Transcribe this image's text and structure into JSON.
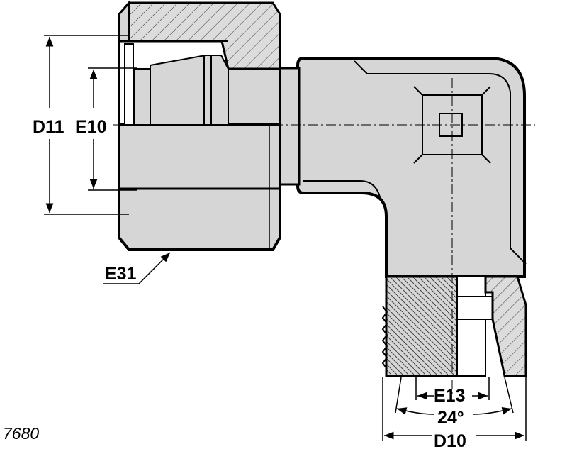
{
  "labels": {
    "d11": "D11",
    "e10": "E10",
    "e31": "E31",
    "e13": "E13",
    "angle": "24°",
    "d10": "D10"
  },
  "drawing_number": "7680",
  "colors": {
    "body_fill": "#d6d6d6",
    "section_fill": "#dcdcdc",
    "outline": "#000000",
    "background": "#ffffff"
  }
}
